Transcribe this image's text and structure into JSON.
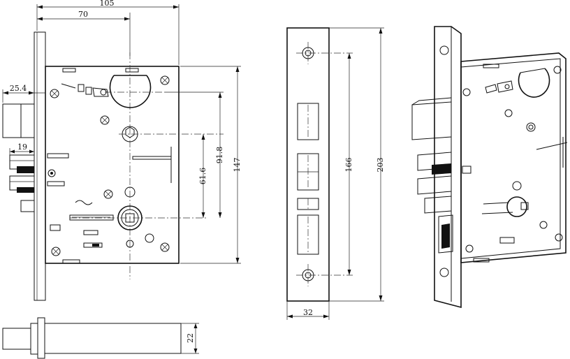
{
  "dimensions": {
    "overall_width": "105",
    "backset": "70",
    "face_to_body": "25.4",
    "latch_throw": "19",
    "lever_to_cylinder": "61.6",
    "hub_to_cylinder": "91.8",
    "case_height": "147",
    "faceplate_width": "32",
    "screw_spacing": "166",
    "faceplate_height": "203",
    "deadbolt_height": "22"
  }
}
